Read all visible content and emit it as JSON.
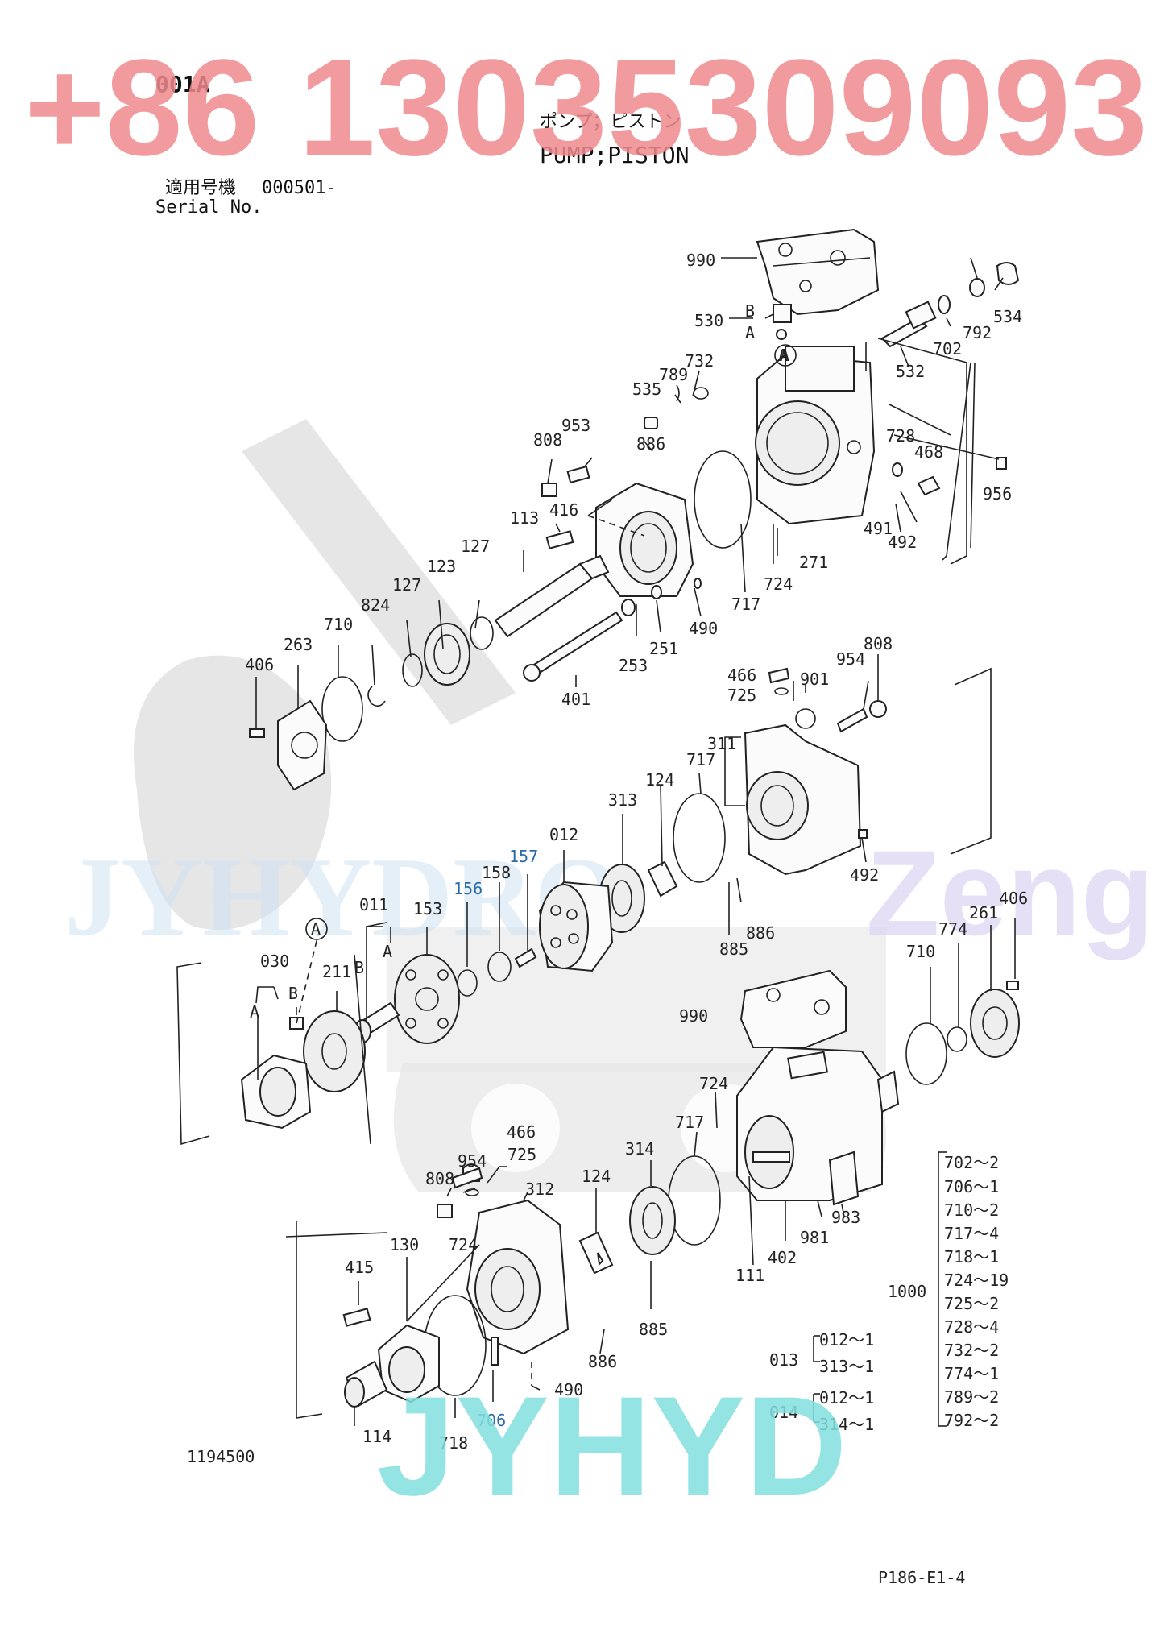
{
  "header": {
    "page_code": "001A",
    "title_jp": "ポンプ；ピストン",
    "title_en": "PUMP;PISTON",
    "serial_jp": "適用号機",
    "serial_en": "Serial No.",
    "serial_value": "000501-"
  },
  "footer": {
    "drawing_number": "1194500",
    "page_ref": "P186-E1-4"
  },
  "watermarks": {
    "phone": "+86 13035309093",
    "brand": "JYHYD",
    "faint_brand": "JYHYDRO",
    "zeng": "Zeng"
  },
  "callouts": [
    "990",
    "530",
    "B",
    "A",
    "534",
    "702",
    "792",
    "532",
    "A",
    "732",
    "789",
    "535",
    "728",
    "468",
    "956",
    "953",
    "808",
    "886",
    "416",
    "113",
    "491",
    "492",
    "127",
    "123",
    "271",
    "724",
    "717",
    "490",
    "127",
    "824",
    "710",
    "263",
    "406",
    "253",
    "251",
    "401",
    "808",
    "466",
    "954",
    "725",
    "901",
    "311",
    "717",
    "124",
    "313",
    "492",
    "012",
    "157",
    "158",
    "156",
    "886",
    "885",
    "011",
    "B",
    "A",
    "153",
    "030",
    "A",
    "211",
    "B",
    "A",
    "A",
    "406",
    "774",
    "261",
    "710",
    "990",
    "724",
    "717",
    "466",
    "725",
    "954",
    "808",
    "312",
    "124",
    "314",
    "724",
    "130",
    "415",
    "111",
    "402",
    "981",
    "983",
    "886",
    "885",
    "490",
    "114",
    "718",
    "706"
  ],
  "kit_table": {
    "total_label": "1000",
    "items": [
      "702～2",
      "706～1",
      "710～2",
      "717～4",
      "718～1",
      "724～19",
      "725～2",
      "728～4",
      "732～2",
      "774～1",
      "789～2",
      "792～2"
    ],
    "sub_kits": [
      {
        "label": "013",
        "items": [
          "012～1",
          "313～1"
        ]
      },
      {
        "label": "014",
        "items": [
          "012～1",
          "314～1"
        ]
      }
    ]
  }
}
